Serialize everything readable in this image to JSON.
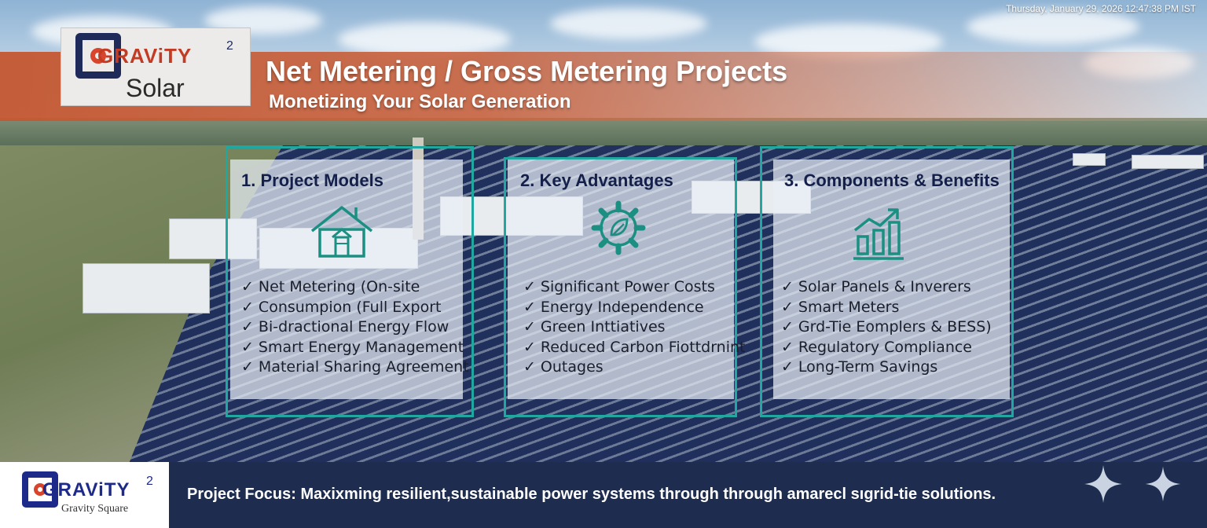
{
  "header": {
    "timestamp": "Thursday, January 29, 2026 12:47:38 PM IST",
    "title": "Net Metering / Gross Metering Projects",
    "subtitle": "Monetizing Your Solar Generation",
    "logo": {
      "wordmark": "GRAViTY",
      "superscript": "2",
      "subtext": "Solar"
    }
  },
  "cards": [
    {
      "title": "1. Project Models",
      "icon": "house-icon",
      "items": [
        "Net Metering (On-site",
        "Consumpion (Full Export",
        "Bi-dractional Energy Flow",
        "Smart Energy Management",
        "Material Sharing Agreement"
      ]
    },
    {
      "title": "2. Key Advantages",
      "icon": "eco-gear-icon",
      "items": [
        "Significant Power Costs",
        "Energy Independence",
        "Green Inttiatives",
        "Reduced Carbon Fiottdrnint",
        "Outages"
      ]
    },
    {
      "title": "3. Components & Benefits",
      "icon": "growth-chart-icon",
      "items": [
        "Solar Panels & Inverers",
        "Smart Meters",
        "Grd-Tie Eomplers & BESS)",
        "Regulatory Compliance",
        "Long-Term Savings"
      ]
    }
  ],
  "check_mark": "✓",
  "footer": {
    "logo": {
      "wordmark": "GRAViTY",
      "superscript": "2",
      "subtext": "Gravity Square"
    },
    "text": "Project Focus: Maxixming resilient,sustainable power systems through through amarecl sıgrid-tie solutions."
  },
  "colors": {
    "accent_teal": "#1fa7a0",
    "header_orange": "#c4583a",
    "footer_navy": "#1e2d4f",
    "logo_red": "#d9452c",
    "logo_navy": "#1e2a5a"
  }
}
